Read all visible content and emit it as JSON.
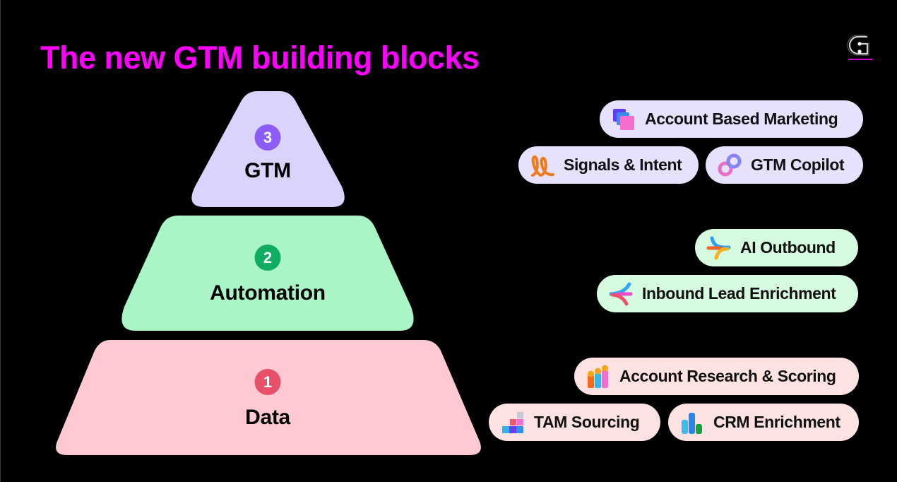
{
  "title": "The new GTM building blocks",
  "logo_icon": "g-logo-icon",
  "colors": {
    "background": "#000000",
    "title": "#ff00ff",
    "tier_gtm_fill": "#dad4fc",
    "tier_gtm_badge": "#8b5cf6",
    "tier_automation_fill": "#a9f5c6",
    "tier_automation_badge": "#10ac60",
    "tier_data_fill": "#ffc9d3",
    "tier_data_badge": "#e8506a"
  },
  "pyramid": {
    "tiers": [
      {
        "number": "3",
        "label": "GTM"
      },
      {
        "number": "2",
        "label": "Automation"
      },
      {
        "number": "1",
        "label": "Data"
      }
    ]
  },
  "blocks": {
    "gtm": [
      {
        "label": "Account Based Marketing",
        "icon": "stacked-cards-icon"
      },
      {
        "label": "Signals & Intent",
        "icon": "signal-loops-icon"
      },
      {
        "label": "GTM Copilot",
        "icon": "infinity-rings-icon"
      }
    ],
    "automation": [
      {
        "label": "AI Outbound",
        "icon": "outbound-arrows-icon"
      },
      {
        "label": "Inbound Lead Enrichment",
        "icon": "inbound-arrows-icon"
      }
    ],
    "data": [
      {
        "label": "Account Research & Scoring",
        "icon": "people-bars-icon"
      },
      {
        "label": "TAM Sourcing",
        "icon": "stacked-blocks-icon"
      },
      {
        "label": "CRM Enrichment",
        "icon": "bar-chart-icon"
      }
    ]
  }
}
